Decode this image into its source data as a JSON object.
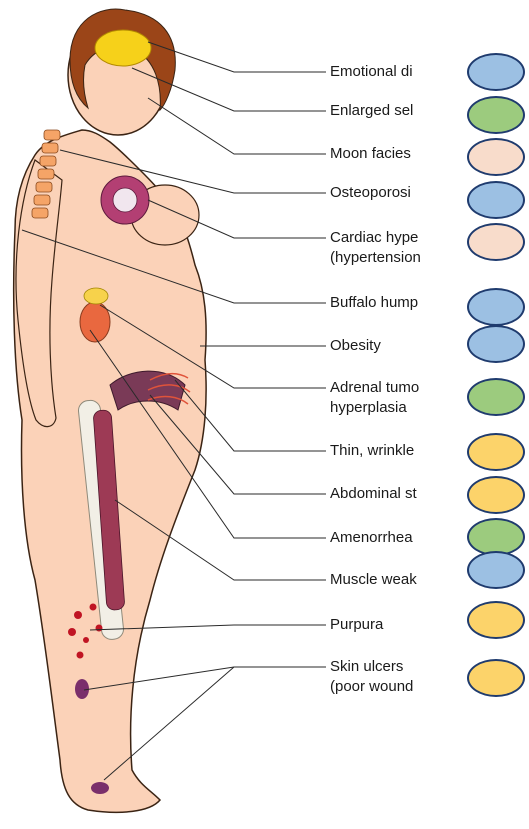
{
  "labels": [
    "Emotional di",
    "Enlarged sel",
    "Moon facies",
    "Osteoporosi",
    "Cardiac hype",
    "(hypertension",
    "Buffalo hump",
    "Obesity",
    "Adrenal tumo",
    "hyperplasia",
    "Thin, wrinkle",
    "Abdominal st",
    "Amenorrhea",
    "Muscle weak",
    "Purpura",
    "Skin ulcers",
    "(poor wound"
  ],
  "colors": {
    "blue": "#9cc0e3",
    "green": "#9ccb7e",
    "peach": "#f8dccb",
    "yellow": "#fcd36a",
    "skin": "#fbd2b8",
    "hair": "#9b4518",
    "outline": "#1f3b6e"
  },
  "answer_markers": [
    "blue",
    "green",
    "peach",
    "blue",
    "peach",
    "blue",
    "blue",
    "green",
    "yellow",
    "yellow",
    "green",
    "blue",
    "yellow",
    "yellow"
  ]
}
